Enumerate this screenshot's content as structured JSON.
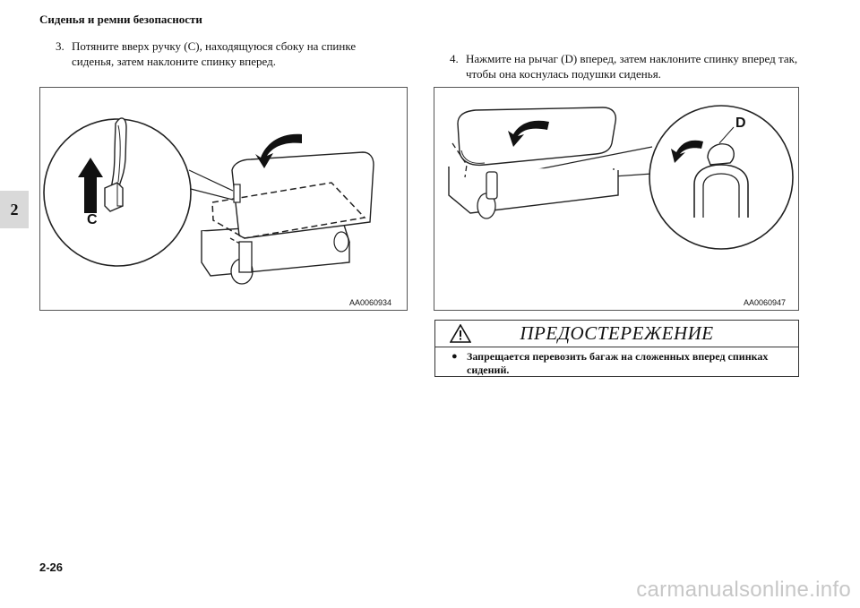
{
  "header": {
    "title": "Сиденья и ремни безопасности"
  },
  "chapter_tab": "2",
  "left": {
    "step_number": "3.",
    "step_text": "Потяните вверх ручку (C), находящуюся сбоку на спинке сиденья, затем наклоните спинку вперед.",
    "figure": {
      "callout_letter": "C",
      "code": "AA0060934"
    }
  },
  "right": {
    "step_number": "4.",
    "step_text": "Нажмите на рычаг (D) вперед, затем наклоните спинку вперед так, чтобы она коснулась подушки сиденья.",
    "figure": {
      "callout_letter": "D",
      "code": "AA0060947"
    }
  },
  "warning": {
    "icon": "warning-triangle-icon",
    "title": "ПРЕДОСТЕРЕЖЕНИЕ",
    "bullet": "●",
    "text": "Запрещается перевозить багаж на сложенных вперед спинках сидений."
  },
  "footer": {
    "page_number": "2-26"
  },
  "watermark": "carmanualsonline.info"
}
